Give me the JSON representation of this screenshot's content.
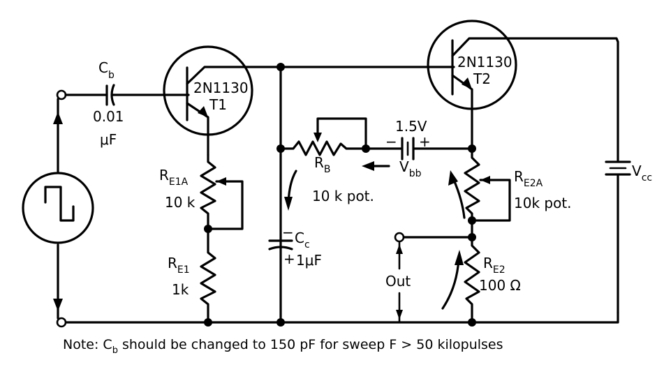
{
  "diagram": {
    "type": "circuit-schematic",
    "components": {
      "cb": {
        "name": "C",
        "sub": "b",
        "value": "0.01",
        "unit": "μF"
      },
      "t1": {
        "part": "2N1130",
        "label": "T1"
      },
      "t2": {
        "part": "2N1130",
        "label": "T2"
      },
      "re1a": {
        "name": "R",
        "sub": "E1A",
        "value": "10 k"
      },
      "re1": {
        "name": "R",
        "sub": "E1",
        "value": "1k"
      },
      "rb": {
        "name": "R",
        "sub": "B",
        "value": "10 k pot."
      },
      "vbb": {
        "name": "V",
        "sub": "bb",
        "value": "1.5V",
        "minus": "−",
        "plus": "+"
      },
      "cc": {
        "name": "C",
        "sub": "c",
        "value": "1μF",
        "minus": "−",
        "plus": "+"
      },
      "re2a": {
        "name": "R",
        "sub": "E2A",
        "value": "10k pot."
      },
      "re2": {
        "name": "R",
        "sub": "E2",
        "value": "100 Ω"
      },
      "vcc": {
        "name": "V",
        "sub": "cc"
      },
      "out": {
        "label": "Out"
      },
      "source": {
        "type": "square-wave-generator"
      }
    },
    "note": {
      "prefix": "Note: C",
      "sub": "b",
      "text": " should be changed to 150 pF for sweep F > 50 kilopulses"
    }
  }
}
